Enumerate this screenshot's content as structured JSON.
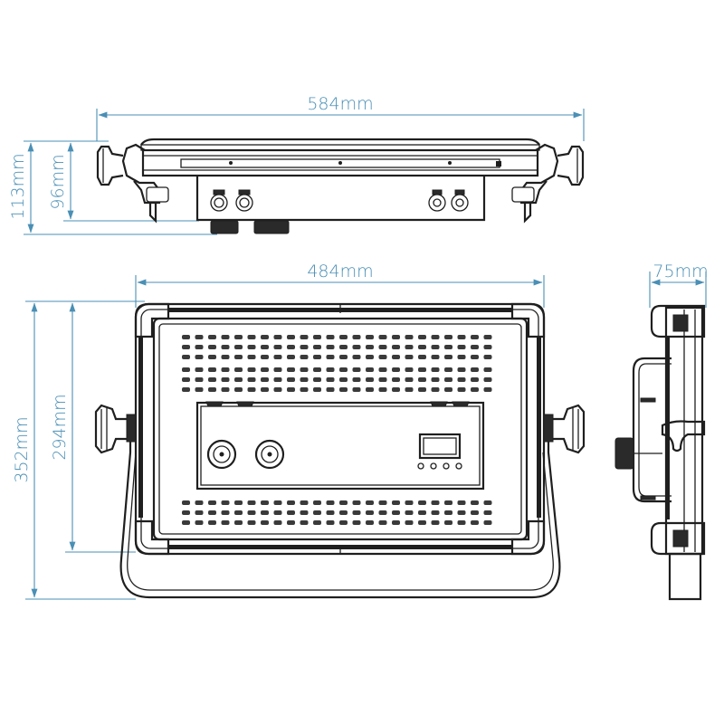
{
  "colors": {
    "dimension": "#4a8fb5",
    "outline": "#1f1f1f",
    "background": "#ffffff"
  },
  "views": {
    "top": {
      "width_label": "584mm",
      "total_height_label": "113mm",
      "body_height_label": "96mm"
    },
    "front": {
      "width_label": "484mm",
      "total_height_label": "352mm",
      "body_height_label": "294mm"
    },
    "side": {
      "depth_label": "75mm"
    }
  }
}
